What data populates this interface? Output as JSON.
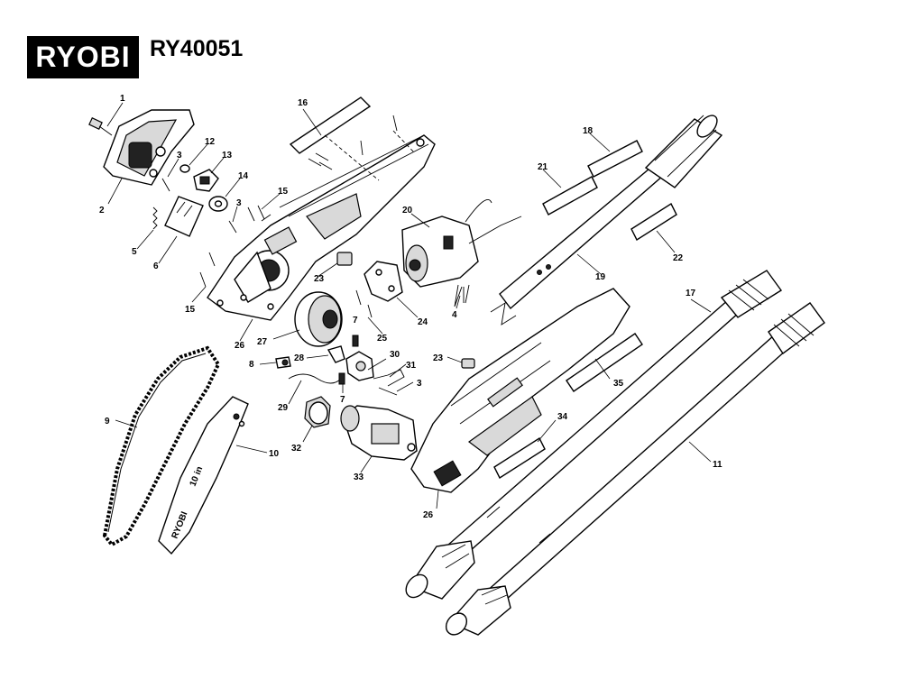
{
  "header": {
    "logo_text": "RYOBI",
    "registered_mark": "®",
    "model": "RY40051"
  },
  "parts": {
    "p1": "1",
    "p2": "2",
    "p3a": "3",
    "p3b": "3",
    "p3c": "3",
    "p4": "4",
    "p5": "5",
    "p6": "6",
    "p7a": "7",
    "p7b": "7",
    "p8": "8",
    "p9": "9",
    "p10": "10",
    "p11": "11",
    "p12": "12",
    "p13": "13",
    "p14": "14",
    "p15a": "15",
    "p15b": "15",
    "p16": "16",
    "p17": "17",
    "p18": "18",
    "p19": "19",
    "p20": "20",
    "p21": "21",
    "p22": "22",
    "p23a": "23",
    "p23b": "23",
    "p24": "24",
    "p25": "25",
    "p26a": "26",
    "p26b": "26",
    "p27": "27",
    "p28": "28",
    "p29": "29",
    "p30": "30",
    "p31": "31",
    "p32": "32",
    "p33": "33",
    "p34": "34",
    "p35": "35"
  },
  "bar_text": {
    "bar_size": "10 in",
    "bar_brand": "RYOBI"
  }
}
